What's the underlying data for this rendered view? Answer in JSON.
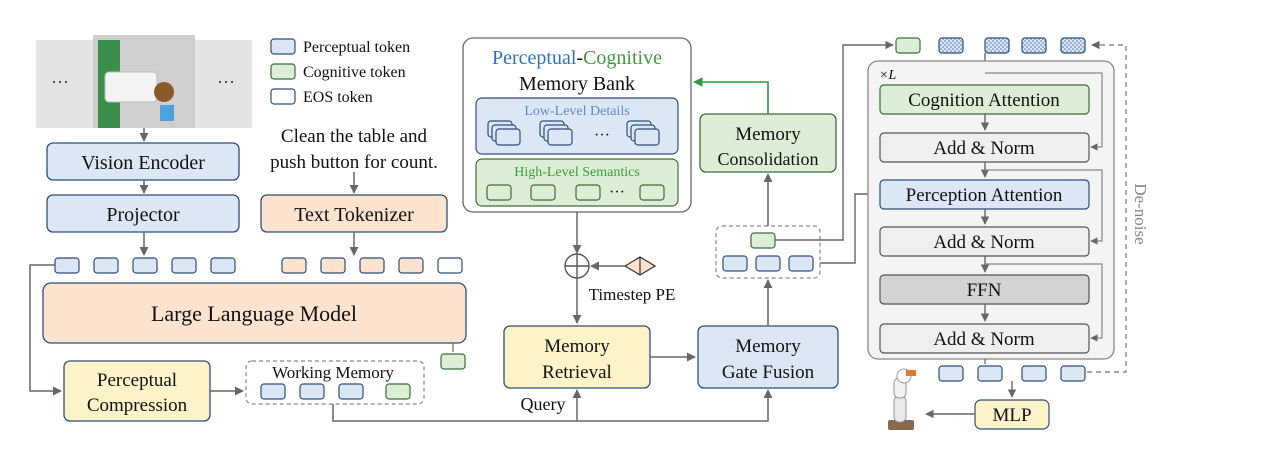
{
  "legend": {
    "perceptual": "Perceptual token",
    "cognitive": "Cognitive token",
    "eos": "EOS token"
  },
  "instruction": {
    "line1": "Clean the table and",
    "line2": "push button for count."
  },
  "blocks": {
    "vision_encoder": "Vision Encoder",
    "projector": "Projector",
    "text_tokenizer": "Text Tokenizer",
    "llm": "Large Language Model",
    "perceptual_compression_1": "Perceptual",
    "perceptual_compression_2": "Compression",
    "working_memory": "Working Memory",
    "query": "Query",
    "memory_bank_title_1": "Perceptual",
    "memory_bank_title_sep": "-",
    "memory_bank_title_2": "Cognitive",
    "memory_bank_title_3": "Memory Bank",
    "low_level": "Low-Level Details",
    "high_level": "High-Level Semantics",
    "ellipsis": "···",
    "timestep_pe": "Timestep PE",
    "memory_retrieval_1": "Memory",
    "memory_retrieval_2": "Retrieval",
    "memory_gate_fusion_1": "Memory",
    "memory_gate_fusion_2": "Gate Fusion",
    "memory_consolidation_1": "Memory",
    "memory_consolidation_2": "Consolidation"
  },
  "transformer": {
    "repeat": "×L",
    "cognition_attention": "Cognition Attention",
    "add_norm": "Add & Norm",
    "perception_attention": "Perception Attention",
    "ffn": "FFN",
    "denoise": "De-noise",
    "mlp": "MLP"
  },
  "colors": {
    "blue_fill": "#dbe7f5",
    "blue_stroke": "#2f4d7a",
    "green_fill": "#dcefd6",
    "green_stroke": "#3e6b3a",
    "orange_fill": "#fbe3cf",
    "yellow_fill": "#fdf3c8",
    "gray_fill": "#efefef",
    "accent_blue": "#2e74b5",
    "accent_green": "#3f9a3a"
  }
}
